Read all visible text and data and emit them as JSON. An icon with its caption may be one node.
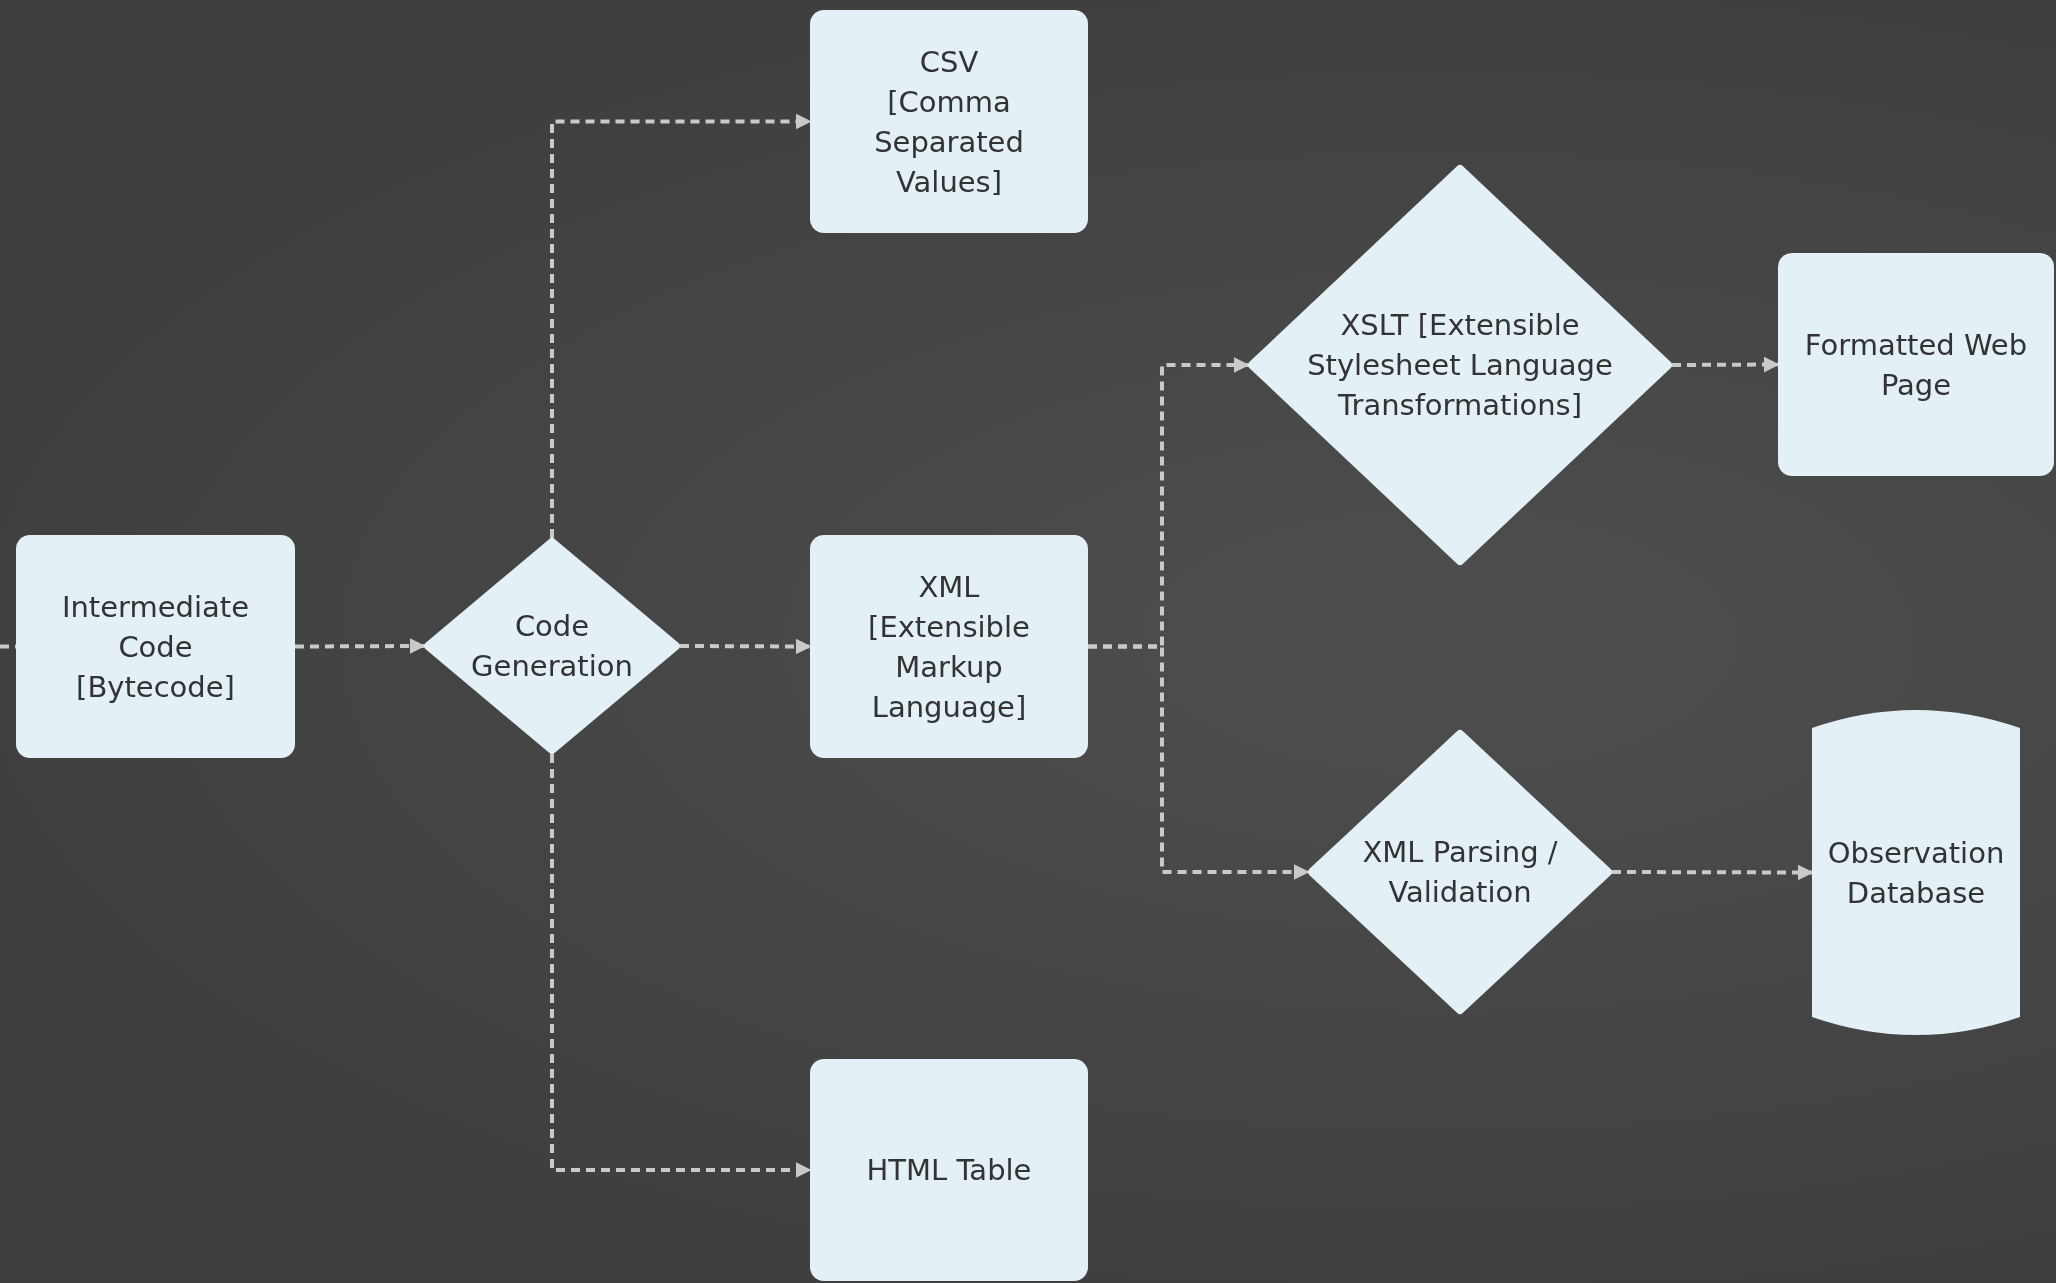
{
  "diagram": {
    "nodes": [
      {
        "text": [
          "Intermediate Code [Bytecode]"
        ]
      },
      {
        "text": [
          "Code Generation"
        ]
      },
      {
        "text": [
          "CSV [Comma Separated Values]"
        ]
      },
      {
        "text": [
          "XML [Extensible Markup Language]"
        ]
      },
      {
        "text": [
          "HTML Table"
        ]
      },
      {
        "text": [
          "XSLT [Extensible Stylesheet Language Transformations]"
        ]
      },
      {
        "text": [
          "Formatted Web Page"
        ]
      },
      {
        "text": [
          "XML Parsing / Validation"
        ]
      },
      {
        "text": [
          "Observation Database"
        ]
      }
    ],
    "edges": [
      {
        "from": null,
        "to": 0,
        "arrow": "none",
        "style": "dashed"
      },
      {
        "from": 0,
        "to": 1,
        "arrow": "to",
        "style": "dashed"
      },
      {
        "from": 1,
        "to": 2,
        "arrow": "to",
        "style": "dashed"
      },
      {
        "from": 1,
        "to": 3,
        "arrow": "to",
        "style": "dashed"
      },
      {
        "from": 1,
        "to": 4,
        "arrow": "to",
        "style": "dashed"
      },
      {
        "from": 3,
        "to": 5,
        "arrow": "to",
        "style": "dashed"
      },
      {
        "from": 3,
        "to": 7,
        "arrow": "to",
        "style": "dashed"
      },
      {
        "from": 5,
        "to": 6,
        "arrow": "to",
        "style": "dashed"
      },
      {
        "from": 7,
        "to": 8,
        "arrow": "to",
        "style": "dashed"
      }
    ]
  }
}
